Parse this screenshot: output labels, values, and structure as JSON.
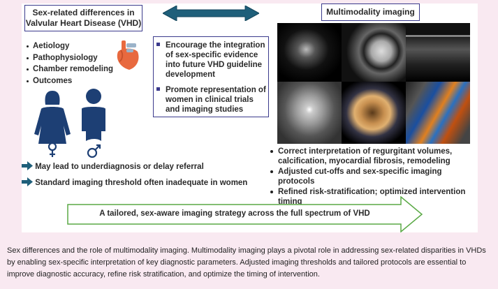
{
  "figure": {
    "left_title": "Sex-related differences in Valvular Heart Disease (VHD)",
    "left_title_line1": "Sex-related differences in",
    "left_title_line2": "Valvular Heart Disease (VHD)",
    "left_items": [
      "Aetiology",
      "Pathophysiology",
      "Chamber remodeling",
      "Outcomes"
    ],
    "center_items": [
      "Encourage the integration of sex-specific evidence into future VHD guideline development",
      "Promote representation of women in clinical trials and imaging studies"
    ],
    "right_title": "Multimodality imaging",
    "right_items": [
      "Correct interpretation of regurgitant volumes, calcification, myocardial fibrosis, remodeling",
      "Adjusted cut-offs and sex-specific imaging protocols",
      "Refined risk-stratification; optimized intervention timing"
    ],
    "consequences": [
      "May lead to underdiagnosis or delay referral",
      "Standard imaging threshold often inadequate in women"
    ],
    "bottom_arrow_text": "A tailored, sex-aware imaging strategy across the full spectrum of VHD",
    "colors": {
      "navy": "#1d3f74",
      "arrow": "#1f5f7a",
      "green": "#5aa945",
      "box_border": "#3b3a8c",
      "heart": "#e8693f"
    }
  },
  "caption": "Sex differences and the role of multimodality imaging. Multimodality imaging plays a pivotal role in addressing sex-related disparities in VHDs by enabling sex-specific interpretation of key diagnostic parameters. Adjusted imaging thresholds and tailored protocols are essential to improve diagnostic accuracy, refine risk stratification, and optimize the timing of intervention."
}
